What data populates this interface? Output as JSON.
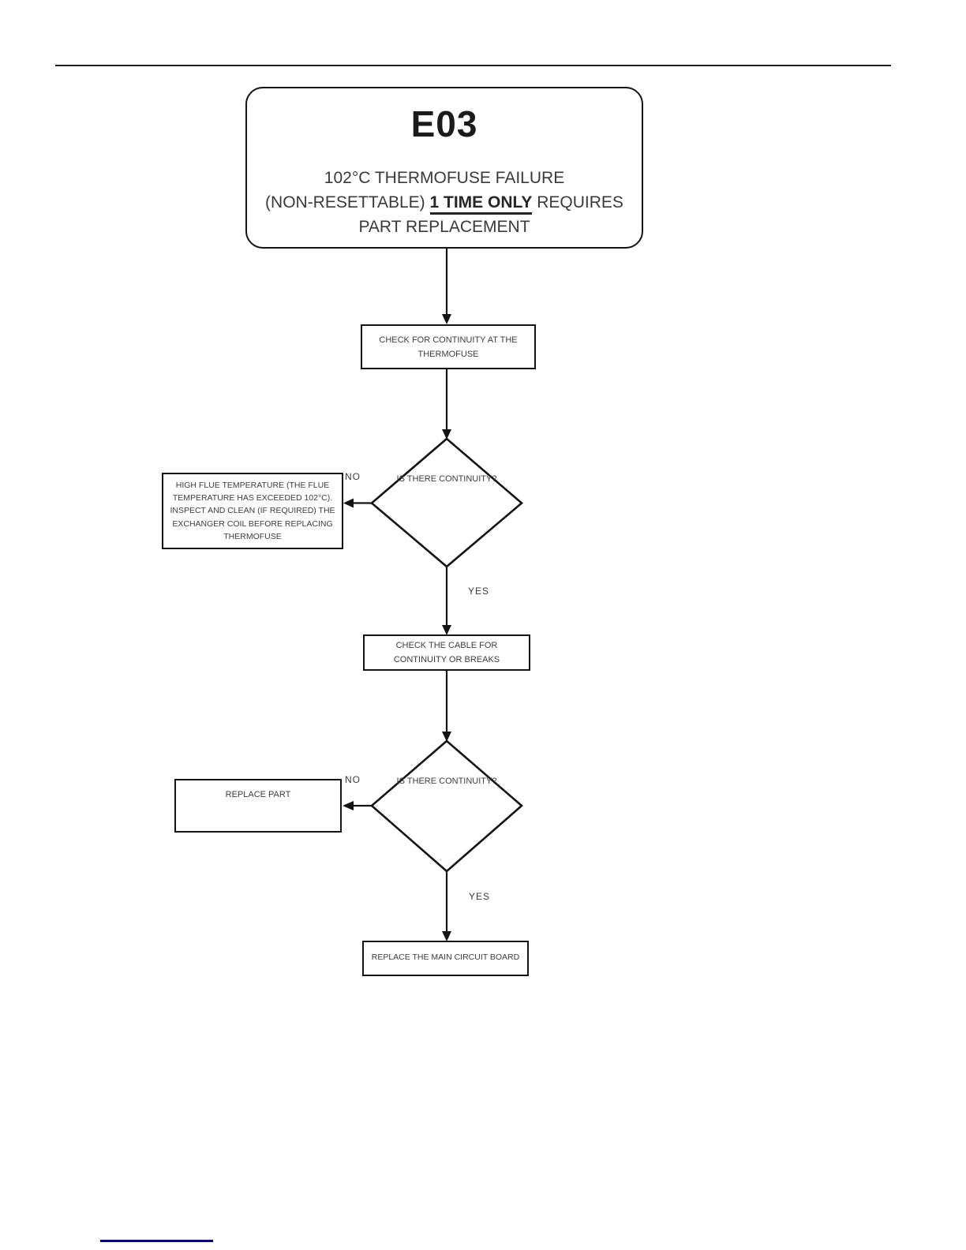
{
  "flowchart": {
    "start": {
      "code": "E03",
      "title_line1": "102°C THERMOFUSE FAILURE",
      "title_line2_prefix": "(NON-RESETTABLE) ",
      "title_line2_emphasis": "1 TIME ONLY",
      "title_line2_suffix": " REQUIRES",
      "title_line3": "PART REPLACEMENT"
    },
    "nodes": {
      "check_thermofuse": "CHECK FOR CONTINUITY AT THE THERMOFUSE",
      "decision1": "IS THERE CONTINUITY?",
      "high_flue": "HIGH FLUE TEMPERATURE (THE FLUE TEMPERATURE HAS EXCEEDED 102°C). INSPECT AND CLEAN (IF REQUIRED) THE EXCHANGER COIL BEFORE REPLACING THERMOFUSE",
      "check_cable": "CHECK THE CABLE FOR CONTINUITY OR BREAKS",
      "decision2": "IS THERE CONTINUITY?",
      "replace_part": "REPLACE PART",
      "replace_board": "REPLACE THE MAIN CIRCUIT BOARD"
    },
    "labels": {
      "decision1_no": "NO",
      "decision1_yes": "YES",
      "decision2_no": "NO",
      "decision2_yes": "YES"
    },
    "colors": {
      "line": "#141414",
      "text": "#3d3d3d",
      "footer_link": "#00008b"
    }
  }
}
